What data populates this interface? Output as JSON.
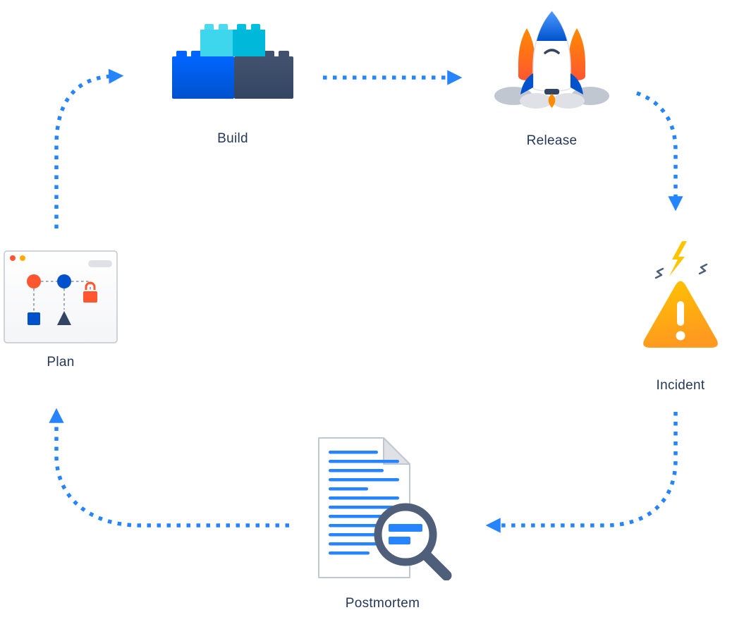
{
  "diagram": {
    "name": "incident-lifecycle-cycle",
    "accent_color": "#2684FF",
    "label_color": "#253858",
    "stages": [
      {
        "id": "build",
        "label": "Build",
        "icon": "building-blocks-icon"
      },
      {
        "id": "release",
        "label": "Release",
        "icon": "rocket-icon"
      },
      {
        "id": "incident",
        "label": "Incident",
        "icon": "warning-triangle-icon"
      },
      {
        "id": "postmortem",
        "label": "Postmortem",
        "icon": "document-magnifier-icon"
      },
      {
        "id": "plan",
        "label": "Plan",
        "icon": "flowchart-window-icon"
      }
    ],
    "arrows": [
      {
        "from": "build",
        "to": "release"
      },
      {
        "from": "release",
        "to": "incident"
      },
      {
        "from": "incident",
        "to": "postmortem"
      },
      {
        "from": "postmortem",
        "to": "plan"
      },
      {
        "from": "plan",
        "to": "build"
      }
    ]
  }
}
